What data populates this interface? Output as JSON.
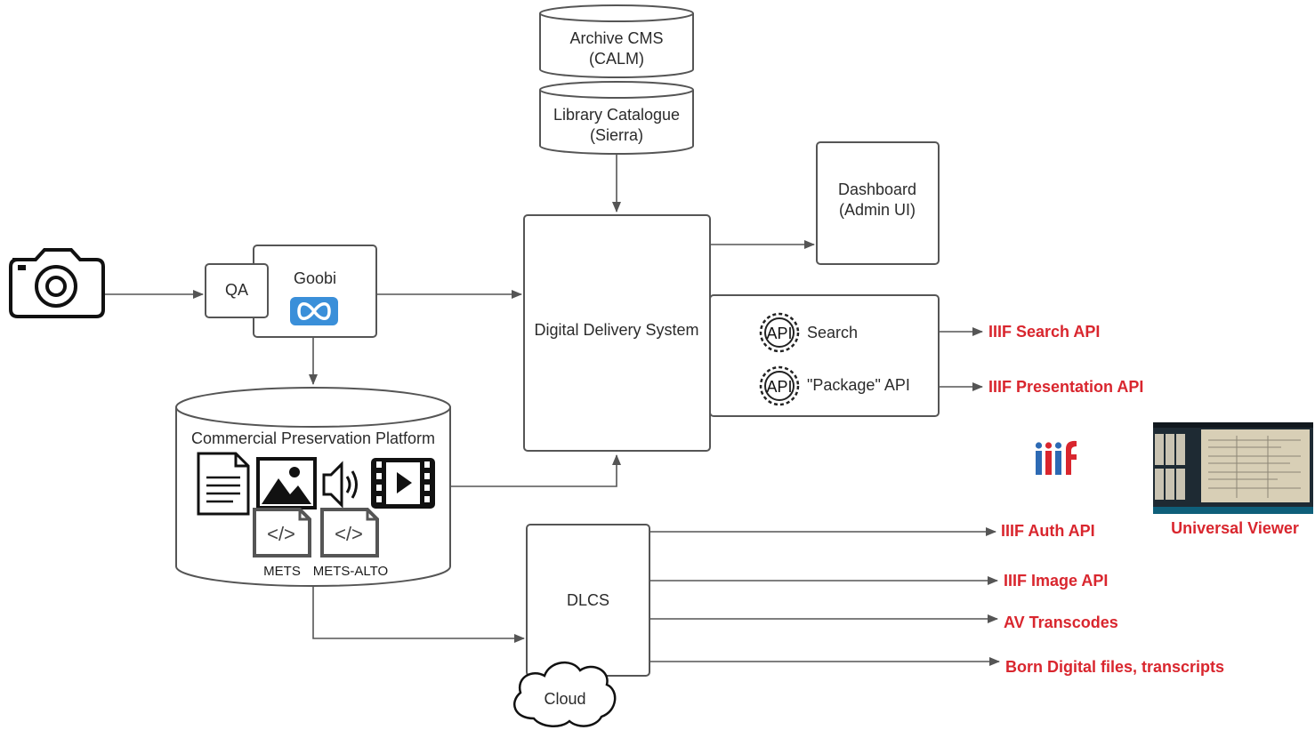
{
  "nodes": {
    "archive_cms": [
      "Archive CMS",
      "(CALM)"
    ],
    "library_catalogue": [
      "Library Catalogue",
      "(Sierra)"
    ],
    "dashboard": [
      "Dashboard",
      "(Admin UI)"
    ],
    "qa": "QA",
    "goobi": "Goobi",
    "digital_delivery": "Digital Delivery System",
    "search": "Search",
    "package_api": "\"Package\" API",
    "api_badge": "API",
    "commercial_preservation": "Commercial Preservation Platform",
    "mets": "METS",
    "mets_alto": "METS-ALTO",
    "code_glyph": "</>",
    "dlcs": "DLCS",
    "cloud": "Cloud"
  },
  "outputs": {
    "iiif_search_api": "IIIF Search API",
    "iiif_presentation_api": "IIIF Presentation API",
    "universal_viewer": "Universal Viewer",
    "iiif_auth_api": "IIIF Auth API",
    "iiif_image_api": "IIIF Image API",
    "av_transcodes": "AV Transcodes",
    "born_digital": "Born Digital files, transcripts"
  },
  "logo_text": "iiif",
  "colors": {
    "accent_red": "#d9262e",
    "iiif_blue": "#2d6ab4",
    "goobi_blue": "#3a8fd9",
    "stroke": "#555555"
  },
  "icons": [
    "camera-icon",
    "infinity-icon",
    "gear-api-icon",
    "document-icon",
    "image-icon",
    "speaker-icon",
    "film-icon",
    "code-file-icon",
    "iiif-logo-icon",
    "cloud-icon"
  ]
}
